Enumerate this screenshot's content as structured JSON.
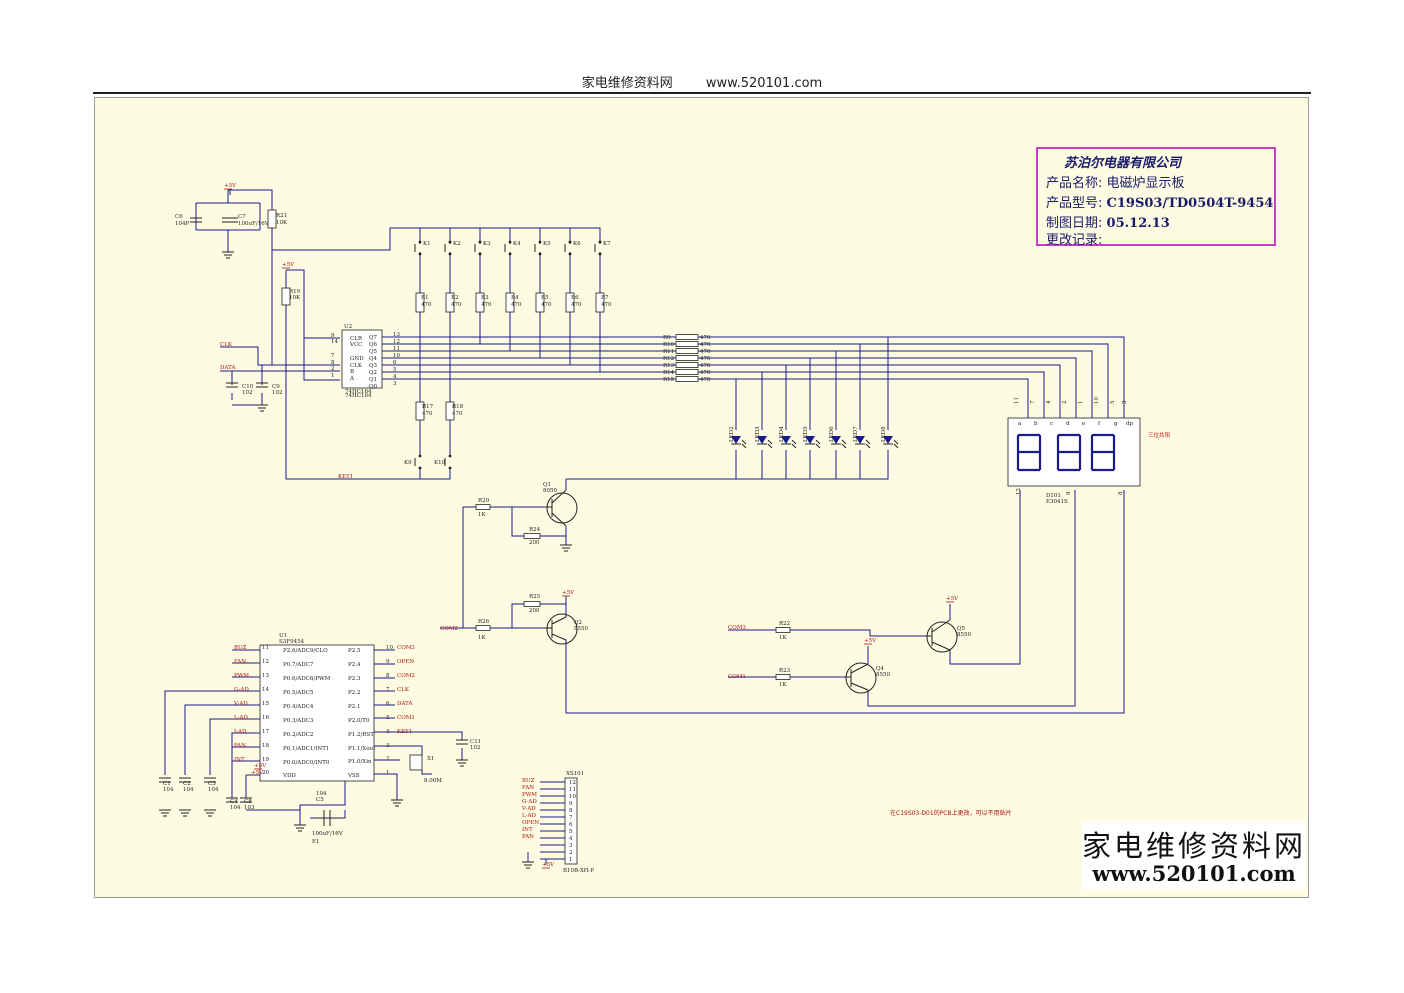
{
  "header": {
    "site_name": "家电维修资料网",
    "url": "www.520101.com"
  },
  "title_block": {
    "company": "苏泊尔电器有限公司",
    "product_name_label": "产品名称:",
    "product_name": "电磁炉显示板",
    "model_label": "产品型号:",
    "model": "C19S03/TD0504T-9454",
    "date_label": "制图日期:",
    "date": "05.12.13",
    "revision_label": "更改记录:"
  },
  "watermark": {
    "text": "家电维修资料网",
    "url": "www.520101.com"
  },
  "note": "在C19S03-D01的PCB上更改，可以不用贴片",
  "colors": {
    "wire": "#1a1a8c",
    "net_label": "#b01010",
    "title_border": "#c43fc4",
    "sheet_bg": "#fdfce2"
  },
  "schematic": {
    "supply": "+5V",
    "caps_top": [
      {
        "ref": "C6",
        "value": "104P"
      },
      {
        "ref": "C7",
        "value": "100uF/16V"
      }
    ],
    "r21": {
      "ref": "R21",
      "value": "10K"
    },
    "r19": {
      "ref": "R19",
      "value": "10K"
    },
    "keys_top": [
      "K1",
      "K2",
      "K3",
      "K4",
      "K5",
      "K6",
      "K7"
    ],
    "key_resistors": [
      {
        "ref": "R1",
        "value": "470"
      },
      {
        "ref": "R2",
        "value": "470"
      },
      {
        "ref": "R3",
        "value": "470"
      },
      {
        "ref": "R4",
        "value": "470"
      },
      {
        "ref": "R5",
        "value": "470"
      },
      {
        "ref": "R6",
        "value": "470"
      },
      {
        "ref": "R7",
        "value": "470"
      }
    ],
    "u2": {
      "ref": "U2",
      "part": "74HC164",
      "pins_left": [
        {
          "num": "9",
          "name": "CLR"
        },
        {
          "num": "14",
          "name": "VCC"
        },
        {
          "num": "7",
          "name": "GND"
        },
        {
          "num": "8",
          "name": "CLK"
        },
        {
          "num": "2",
          "name": "B"
        },
        {
          "num": "1",
          "name": "A"
        }
      ],
      "pins_right": [
        {
          "num": "13",
          "name": "Q7"
        },
        {
          "num": "12",
          "name": "Q6"
        },
        {
          "num": "11",
          "name": "Q5"
        },
        {
          "num": "10",
          "name": "Q4"
        },
        {
          "num": "6",
          "name": "Q3"
        },
        {
          "num": "5",
          "name": "Q2"
        },
        {
          "num": "4",
          "name": "Q1"
        },
        {
          "num": "3",
          "name": "Q0"
        }
      ]
    },
    "net_clk": "CLK",
    "net_data": "DATA",
    "caps_u2": [
      {
        "ref": "C10",
        "value": "102"
      },
      {
        "ref": "C9",
        "value": "102"
      }
    ],
    "seg_resistors": [
      {
        "ref": "R9",
        "value": "470"
      },
      {
        "ref": "R10",
        "value": "470"
      },
      {
        "ref": "R11",
        "value": "470"
      },
      {
        "ref": "R12",
        "value": "470"
      },
      {
        "ref": "R13",
        "value": "470"
      },
      {
        "ref": "R14",
        "value": "470"
      },
      {
        "ref": "R15",
        "value": "470"
      }
    ],
    "leds": [
      "LED2",
      "LED3",
      "LED4",
      "LED5",
      "LED6",
      "LED7",
      "LED8"
    ],
    "display": {
      "ref": "D101",
      "part": "E3041S",
      "label": "三位共阳",
      "pins_top": [
        "11",
        "7",
        "4",
        "2",
        "1",
        "10",
        "5",
        "3"
      ],
      "seg_letters": [
        "a",
        "b",
        "c",
        "d",
        "e",
        "f",
        "g",
        "dp"
      ],
      "pins_bottom": [
        "12",
        "9",
        "8"
      ]
    },
    "r17": {
      "ref": "R17",
      "value": "470"
    },
    "r18": {
      "ref": "R18",
      "value": "470"
    },
    "keys_bottom": [
      "K9",
      "K10"
    ],
    "net_key1": "KEY1",
    "q1": {
      "ref": "Q1",
      "part": "8050"
    },
    "r20": {
      "ref": "R20",
      "value": "1K"
    },
    "r24": {
      "ref": "R24",
      "value": "200"
    },
    "q2": {
      "ref": "Q2",
      "part": "8550"
    },
    "r25": {
      "ref": "R25",
      "value": "200"
    },
    "r26": {
      "ref": "R26",
      "value": "1K"
    },
    "net_com2": "COM2",
    "net_com3": "COM3",
    "net_com1": "COM1",
    "q5": {
      "ref": "Q5",
      "part": "8550"
    },
    "q4": {
      "ref": "Q4",
      "part": "8550"
    },
    "r22": {
      "ref": "R22",
      "value": "1K"
    },
    "r23": {
      "ref": "R23",
      "value": "1K"
    },
    "u1": {
      "ref": "U1",
      "part": "S3F9454",
      "pins_left": [
        {
          "num": "11",
          "name": "P2.6/ADC9/CLO",
          "net": "BUZ"
        },
        {
          "num": "12",
          "name": "P0.7/ADC7",
          "net": "FAN"
        },
        {
          "num": "13",
          "name": "P0.6/ADC6/PWM",
          "net": "PWM"
        },
        {
          "num": "14",
          "name": "P0.5/ADC5",
          "net": "G-AD"
        },
        {
          "num": "15",
          "name": "P0.4/ADC4",
          "net": "V-AD"
        },
        {
          "num": "16",
          "name": "P0.3/ADC3",
          "net": "L-AD"
        },
        {
          "num": "17",
          "name": "P0.2/ADC2",
          "net": "I-AD"
        },
        {
          "num": "18",
          "name": "P0.1/ADC1/INT1",
          "net": "PAN"
        },
        {
          "num": "19",
          "name": "P0.0/ADC0/INT0",
          "net": "INT"
        },
        {
          "num": "20",
          "name": "VDD",
          "net": "+5V"
        }
      ],
      "pins_right": [
        {
          "num": "10",
          "name": "P2.5",
          "net": "COM3"
        },
        {
          "num": "9",
          "name": "P2.4",
          "net": "OPEN"
        },
        {
          "num": "8",
          "name": "P2.3",
          "net": "COM2"
        },
        {
          "num": "7",
          "name": "P2.2",
          "net": "CLK"
        },
        {
          "num": "6",
          "name": "P2.1",
          "net": "DATA"
        },
        {
          "num": "5",
          "name": "P2.0/T0",
          "net": "COM1"
        },
        {
          "num": "4",
          "name": "P1.2/RST",
          "net": "KEY1"
        },
        {
          "num": "3",
          "name": "P1.1/Xout",
          "net": ""
        },
        {
          "num": "2",
          "name": "P1.0/Xin",
          "net": ""
        },
        {
          "num": "1",
          "name": "VSS",
          "net": ""
        }
      ]
    },
    "caps_u1": [
      {
        "ref": "C1",
        "value": "104"
      },
      {
        "ref": "C2",
        "value": "104"
      },
      {
        "ref": "C3",
        "value": "104"
      },
      {
        "ref": "C4",
        "value": "104"
      },
      {
        "ref": "C8",
        "value": "103"
      }
    ],
    "c5": {
      "ref": "C5",
      "value": "104"
    },
    "e1": {
      "ref": "E1",
      "value": "100uF/16V"
    },
    "c11": {
      "ref": "C11",
      "value": "102"
    },
    "x1": {
      "ref": "X1",
      "value": "8.00M"
    },
    "connector": {
      "ref": "XS101",
      "part": "B10B-XH-P",
      "pins": [
        {
          "num": "12",
          "net": "BUZ"
        },
        {
          "num": "11",
          "net": "FAN"
        },
        {
          "num": "10",
          "net": "PWM"
        },
        {
          "num": "9",
          "net": "G-AD"
        },
        {
          "num": "8",
          "net": "V-AD"
        },
        {
          "num": "7",
          "net": "L-AD"
        },
        {
          "num": "6",
          "net": "OPEN"
        },
        {
          "num": "5",
          "net": "INT"
        },
        {
          "num": "4",
          "net": "PAN"
        },
        {
          "num": "3",
          "net": ""
        },
        {
          "num": "2",
          "net": ""
        },
        {
          "num": "1",
          "net": ""
        }
      ],
      "supply": "+5V"
    }
  }
}
